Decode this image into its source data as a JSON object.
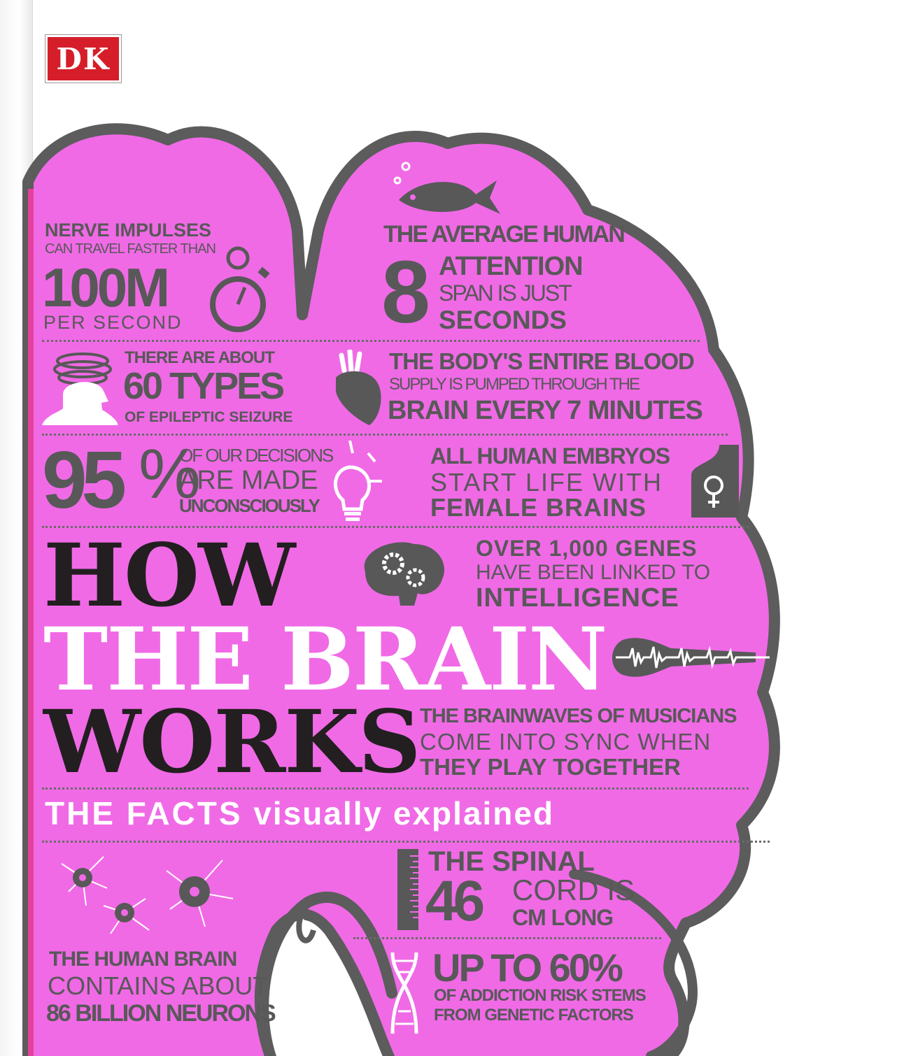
{
  "publisher": {
    "logo_text": "DK"
  },
  "title": {
    "line1": "HOW",
    "line2": "THE BRAIN",
    "line3": "WORKS"
  },
  "subtitle": {
    "bold": "THE FACTS",
    "rest": "visually explained"
  },
  "facts": {
    "nerve": {
      "l1": "NERVE IMPULSES",
      "l2": "CAN TRAVEL FASTER THAN",
      "big": "100M",
      "l3": "PER SECOND"
    },
    "attention": {
      "l1": "THE AVERAGE HUMAN",
      "num": "8",
      "l2": "ATTENTION",
      "l3": "SPAN IS JUST",
      "l4": "SECONDS"
    },
    "epilepsy": {
      "l1": "THERE ARE ABOUT",
      "big": "60 TYPES",
      "l2": "OF EPILEPTIC SEIZURE"
    },
    "blood": {
      "l1": "THE BODY'S ENTIRE BLOOD",
      "l2": "SUPPLY IS PUMPED THROUGH THE",
      "l3": "BRAIN EVERY 7 MINUTES"
    },
    "decisions": {
      "num": "95",
      "pct": "%",
      "l1": "OF OUR DECISIONS",
      "l2": "ARE MADE",
      "l3": "UNCONSCIOUSLY"
    },
    "embryos": {
      "l1": "ALL HUMAN EMBRYOS",
      "l2": "START LIFE WITH",
      "l3": "FEMALE BRAINS"
    },
    "genes": {
      "l1": "OVER 1,000 GENES",
      "l2": "HAVE BEEN LINKED TO",
      "l3": "INTELLIGENCE"
    },
    "musicians": {
      "l1": "THE BRAINWAVES OF MUSICIANS",
      "l2": "COME INTO SYNC WHEN",
      "l3": "THEY PLAY TOGETHER"
    },
    "spinal": {
      "l1": "THE SPINAL",
      "num": "46",
      "l2": "CORD IS",
      "l3": "CM LONG"
    },
    "neurons": {
      "l1": "THE HUMAN BRAIN",
      "l2": "CONTAINS ABOUT",
      "l3": "86 BILLION NEURONS"
    },
    "addiction": {
      "l1": "UP TO 60%",
      "l2": "OF ADDICTION RISK STEMS",
      "l3": "FROM GENETIC FACTORS"
    }
  },
  "colors": {
    "pink": "#f06ae6",
    "outline": "#5c5c5c",
    "text": "#585858",
    "title_dark": "#231f20",
    "title_light": "#ffffff"
  }
}
